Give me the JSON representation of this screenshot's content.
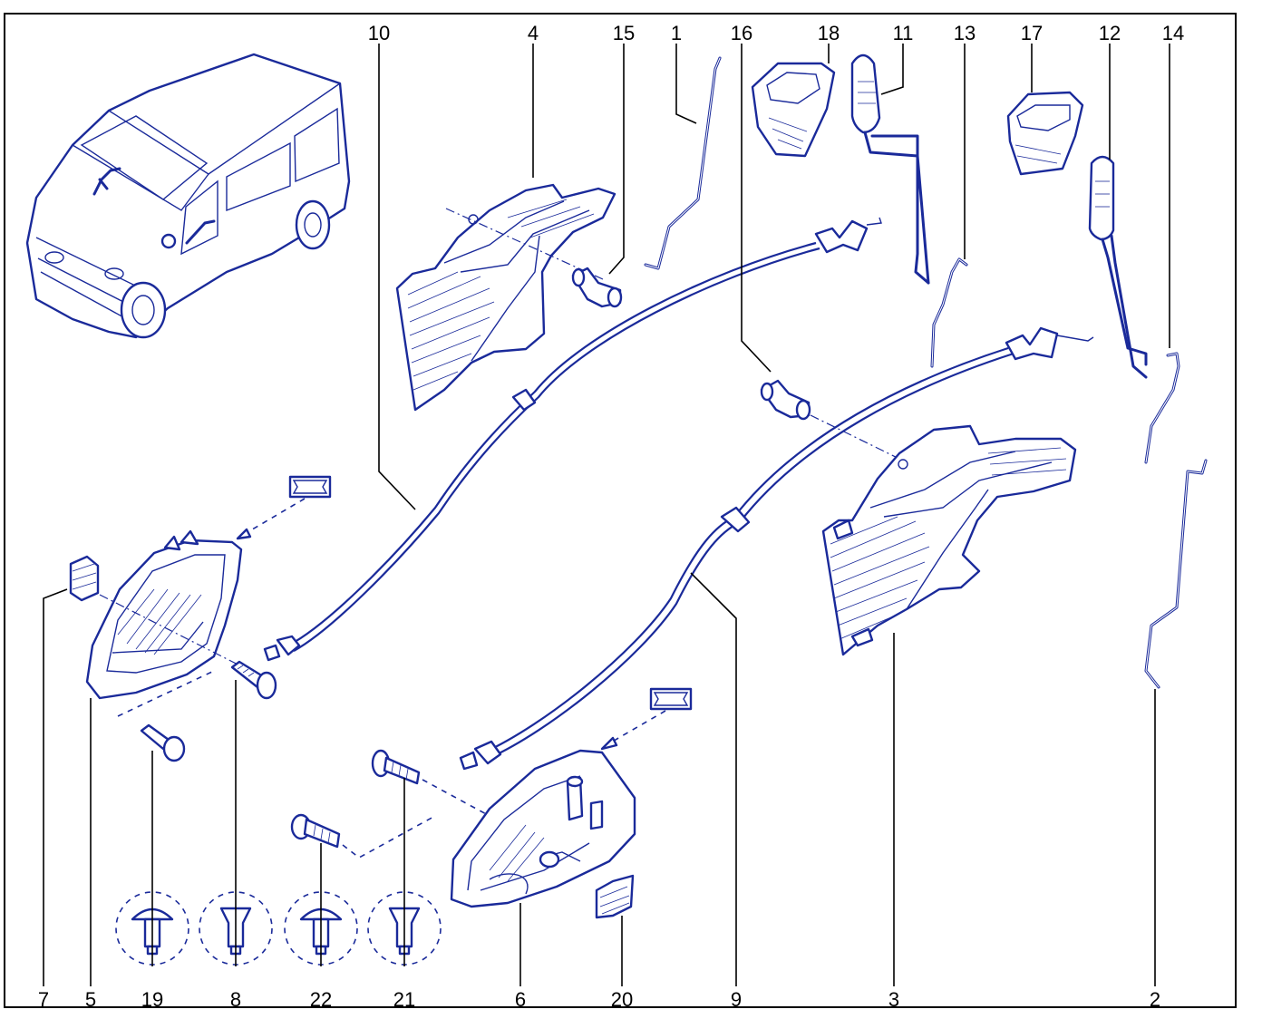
{
  "callouts": [
    {
      "id": "c10",
      "label": "10"
    },
    {
      "id": "c4",
      "label": "4"
    },
    {
      "id": "c15",
      "label": "15"
    },
    {
      "id": "c1",
      "label": "1"
    },
    {
      "id": "c16",
      "label": "16"
    },
    {
      "id": "c18",
      "label": "18"
    },
    {
      "id": "c11",
      "label": "11"
    },
    {
      "id": "c13",
      "label": "13"
    },
    {
      "id": "c17",
      "label": "17"
    },
    {
      "id": "c12",
      "label": "12"
    },
    {
      "id": "c14",
      "label": "14"
    },
    {
      "id": "c7",
      "label": "7"
    },
    {
      "id": "c5",
      "label": "5"
    },
    {
      "id": "c19",
      "label": "19"
    },
    {
      "id": "c8",
      "label": "8"
    },
    {
      "id": "c22",
      "label": "22"
    },
    {
      "id": "c21",
      "label": "21"
    },
    {
      "id": "c6",
      "label": "6"
    },
    {
      "id": "c20",
      "label": "20"
    },
    {
      "id": "c9",
      "label": "9"
    },
    {
      "id": "c3",
      "label": "3"
    },
    {
      "id": "c2",
      "label": "2"
    }
  ],
  "colors": {
    "line": "#1a2a9a",
    "text": "#000000",
    "background": "#ffffff"
  }
}
